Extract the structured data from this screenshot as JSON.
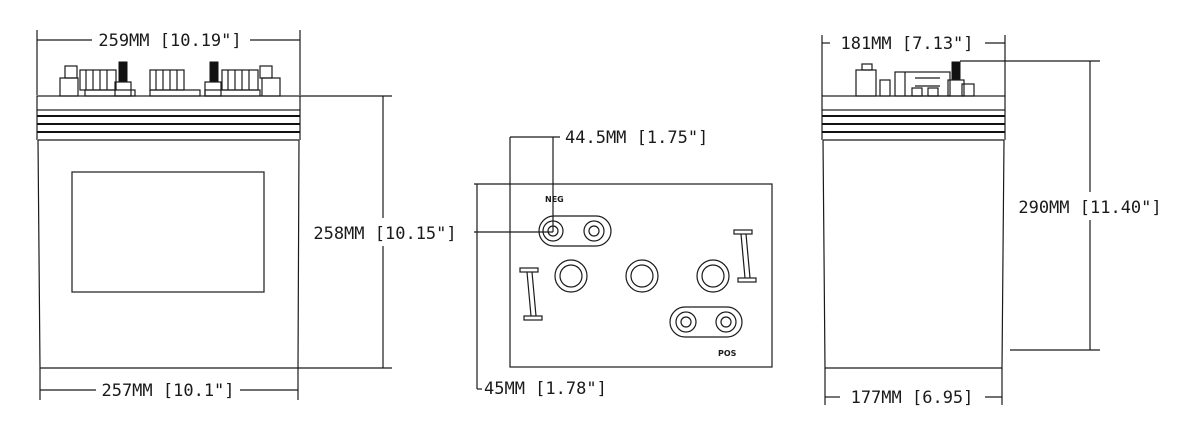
{
  "front_view": {
    "top_width": "259MM [10.19\"]",
    "height": "258MM [10.15\"]",
    "bottom_width": "257MM [10.1\"]"
  },
  "top_view": {
    "terminal_offset_x": "44.5MM [1.75\"]",
    "terminal_offset_y": "45MM [1.78\"]",
    "neg_label": "NEG",
    "pos_label": "POS"
  },
  "side_view": {
    "top_width": "181MM [7.13\"]",
    "height": "290MM [11.40\"]",
    "bottom_width": "177MM [6.95]"
  },
  "colors": {
    "line": "#1a1a1a",
    "background": "#ffffff"
  }
}
